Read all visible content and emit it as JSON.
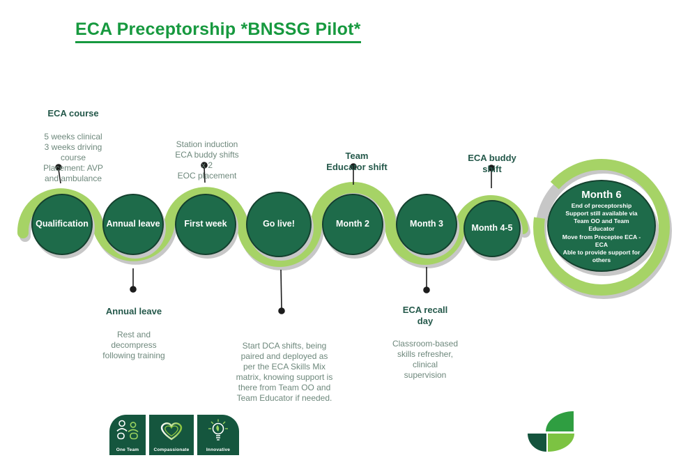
{
  "slide": {
    "title": "ECA Preceptorship *BNSSG Pilot*"
  },
  "timeline": {
    "circles": [
      {
        "label": "Qualification"
      },
      {
        "label": "Annual leave"
      },
      {
        "label": "First week"
      },
      {
        "label": "Go live!"
      },
      {
        "label": "Month 2"
      },
      {
        "label": "Month 3"
      },
      {
        "label": "Month 4-5"
      }
    ],
    "month6": {
      "title": "Month 6",
      "lines": [
        "End of preceptorship",
        "Support still available via\nTeam OO and Team\nEducator",
        "Move from Preceptee ECA -\nECA",
        "Able to provide support for\nothers"
      ]
    }
  },
  "notes_top": [
    {
      "heading": "ECA course",
      "body": "5 weeks clinical\n3 weeks driving\ncourse\nPlacement: AVP\nand ambulance"
    },
    {
      "heading": "",
      "body": "Station induction\nECA buddy shifts\nx 2\nEOC placement"
    },
    {
      "heading": "Team\nEducator shift",
      "body": ""
    },
    {
      "heading": "ECA buddy\nshift",
      "body": ""
    }
  ],
  "notes_bottom": [
    {
      "heading": "Annual leave",
      "body": "Rest and\ndecompress\nfollowing training"
    },
    {
      "heading": "",
      "body": "Start DCA shifts, being\npaired and deployed as\nper the ECA Skills Mix\nmatrix, knowing support is\nthere from Team OO and\nTeam Educator if needed."
    },
    {
      "heading": "ECA recall\nday",
      "body": "Classroom-based\nskills refresher,\nclinical\nsupervision"
    }
  ],
  "values": [
    {
      "label": "One Team",
      "icon": "people-icon"
    },
    {
      "label": "Compassionate",
      "icon": "heart-icon"
    },
    {
      "label": "Innovative",
      "icon": "lightbulb-icon"
    }
  ],
  "colors": {
    "title_green": "#17993f",
    "wave_green": "#a6d366",
    "circle_green": "#1e6b4a",
    "circle_border": "#14402e",
    "shadow_gray": "#c7c7c7",
    "note_heading": "#24584a",
    "note_body": "#6e887c",
    "tile_green": "#15563e",
    "icon_light_green": "#9bd360",
    "logo_mid_green": "#2f9e41",
    "logo_dark_green": "#14543d",
    "logo_light_green": "#7cc342"
  }
}
